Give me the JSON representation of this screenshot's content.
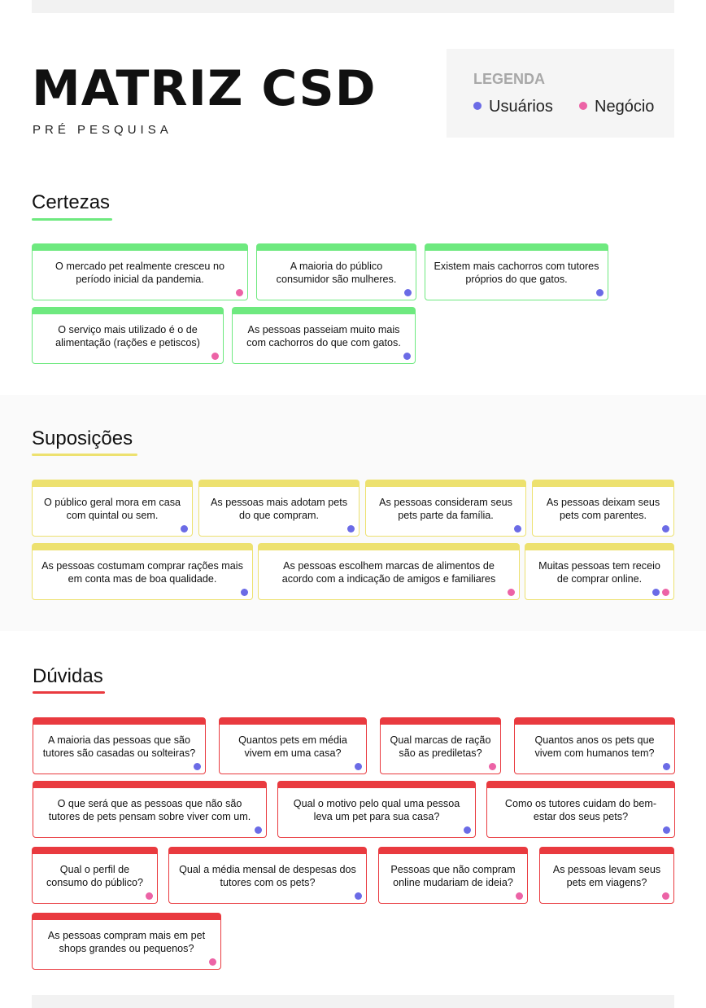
{
  "header": {
    "title": "MATRIZ CSD",
    "subtitle": "PRÉ PESQUISA"
  },
  "legend": {
    "title": "LEGENDA",
    "items": [
      {
        "label": "Usuários",
        "color": "#6b6be6"
      },
      {
        "label": "Negócio",
        "color": "#ec63a6"
      }
    ]
  },
  "colors": {
    "certezas": "#6ee97f",
    "suposicoes": "#ede16f",
    "duvidas": "#e93a3f",
    "usuarios": "#6b6be6",
    "negocio": "#ec63a6"
  },
  "sections": {
    "certezas": {
      "title": "Certezas",
      "cards": [
        {
          "text": "O mercado pet realmente cresceu no período inicial da pandemia.",
          "tags": [
            "negocio"
          ]
        },
        {
          "text": "A maioria do público consumidor são mulheres.",
          "tags": [
            "usuarios"
          ]
        },
        {
          "text": "Existem mais cachorros com tutores próprios do que gatos.",
          "tags": [
            "usuarios"
          ]
        },
        {
          "text": "O serviço mais utilizado é o de alimentação (rações e petiscos)",
          "tags": [
            "negocio"
          ]
        },
        {
          "text": "As pessoas passeiam muito mais com cachorros do que com gatos.",
          "tags": [
            "usuarios"
          ]
        }
      ]
    },
    "suposicoes": {
      "title": "Suposições",
      "cards": [
        {
          "text": "O público geral mora em casa com quintal ou sem.",
          "tags": [
            "usuarios"
          ]
        },
        {
          "text": "As pessoas mais adotam pets do que compram.",
          "tags": [
            "usuarios"
          ]
        },
        {
          "text": "As pessoas consideram seus pets parte da família.",
          "tags": [
            "usuarios"
          ]
        },
        {
          "text": "As pessoas deixam seus pets com parentes.",
          "tags": [
            "usuarios"
          ]
        },
        {
          "text": "As pessoas costumam comprar rações mais em conta mas de boa qualidade.",
          "tags": [
            "usuarios"
          ]
        },
        {
          "text": "As pessoas escolhem marcas de alimentos de acordo com a indicação de amigos e familiares",
          "tags": [
            "negocio"
          ]
        },
        {
          "text": "Muitas pessoas tem receio de comprar online.",
          "tags": [
            "usuarios",
            "negocio"
          ]
        }
      ]
    },
    "duvidas": {
      "title": "Dúvidas",
      "cards": [
        {
          "text": "A maioria das pessoas que são tutores são casadas ou solteiras?",
          "tags": [
            "usuarios"
          ]
        },
        {
          "text": "Quantos pets em média vivem em uma casa?",
          "tags": [
            "usuarios"
          ]
        },
        {
          "text": "Qual marcas de ração são as prediletas?",
          "tags": [
            "negocio"
          ]
        },
        {
          "text": "Quantos anos os pets que vivem com humanos tem?",
          "tags": [
            "usuarios"
          ]
        },
        {
          "text": "O que será que as pessoas que não são tutores de pets pensam sobre viver com um.",
          "tags": [
            "usuarios"
          ]
        },
        {
          "text": "Qual o motivo pelo qual uma pessoa leva um pet para sua casa?",
          "tags": [
            "usuarios"
          ]
        },
        {
          "text": "Como os tutores cuidam do bem-estar dos seus pets?",
          "tags": [
            "usuarios"
          ]
        },
        {
          "text": "Qual o perfil de consumo do público?",
          "tags": [
            "negocio"
          ]
        },
        {
          "text": "Qual a média mensal de despesas dos tutores com os pets?",
          "tags": [
            "usuarios"
          ]
        },
        {
          "text": "Pessoas que não compram online mudariam de ideia?",
          "tags": [
            "negocio"
          ]
        },
        {
          "text": "As pessoas levam seus pets em viagens?",
          "tags": [
            "negocio"
          ]
        },
        {
          "text": "As pessoas compram mais em pet shops grandes ou pequenos?",
          "tags": [
            "negocio"
          ]
        }
      ]
    }
  }
}
